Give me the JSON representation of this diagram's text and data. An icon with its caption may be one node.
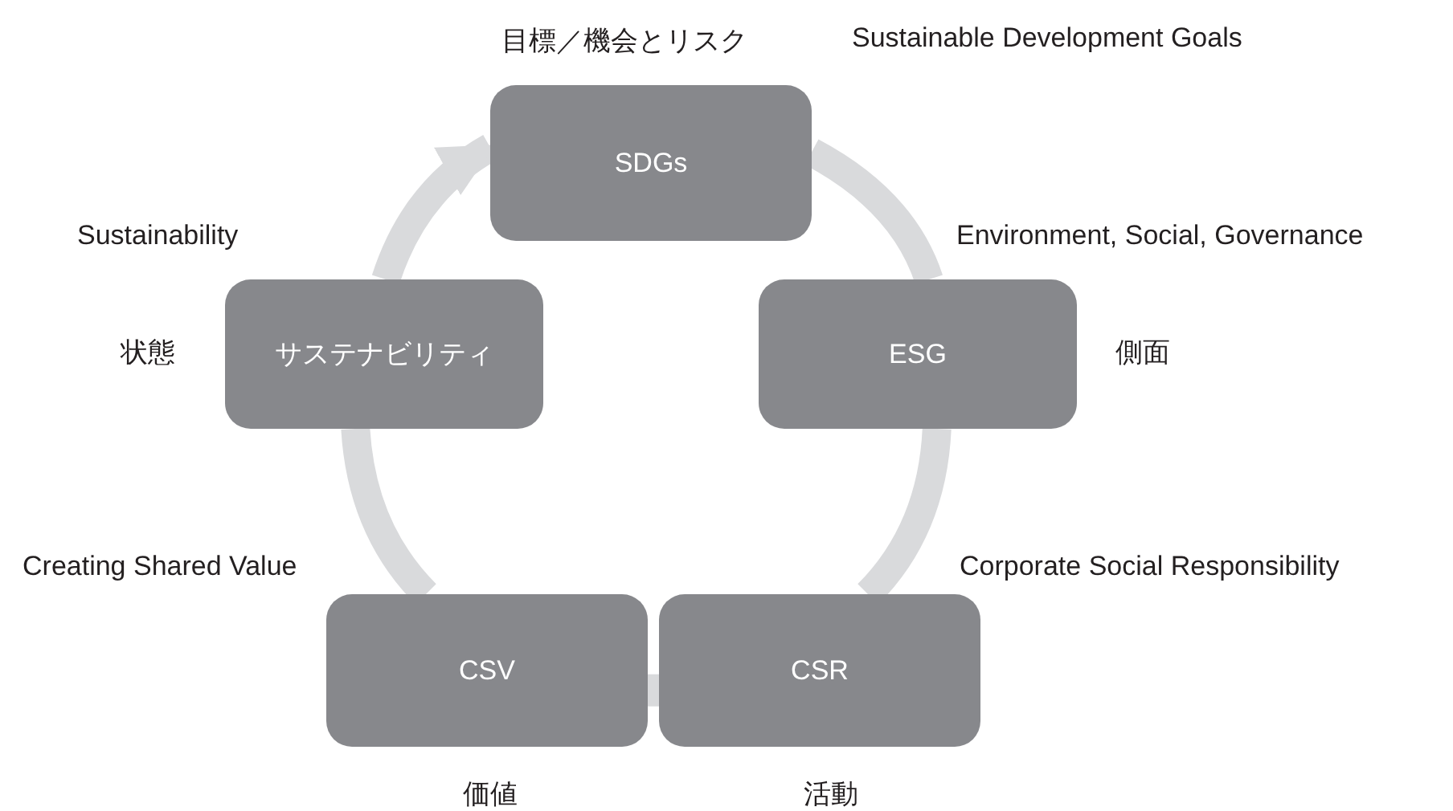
{
  "diagram": {
    "nodes": [
      {
        "text": [
          "SDGs"
        ],
        "beside": [
          "目標／機会とリスク",
          "Sustainable Development Goals"
        ]
      },
      {
        "text": [
          "ESG"
        ],
        "beside": [
          "Environment, Social, Governance",
          "側面"
        ]
      },
      {
        "text": [
          "CSR"
        ],
        "beside": [
          "Corporate Social Responsibility",
          "活動"
        ]
      },
      {
        "text": [
          "CSV"
        ],
        "beside": [
          "Creating Shared Value",
          "価値"
        ]
      },
      {
        "text": [
          "サステナビリティ"
        ],
        "beside": [
          "Sustainability",
          "状態"
        ]
      }
    ],
    "edges": [
      {
        "from": 0,
        "to": 1,
        "arrow": "none"
      },
      {
        "from": 1,
        "to": 2,
        "arrow": "none"
      },
      {
        "from": 2,
        "to": 3,
        "arrow": "none"
      },
      {
        "from": 3,
        "to": 4,
        "arrow": "none"
      },
      {
        "from": 4,
        "to": 0,
        "arrow": "to"
      }
    ]
  }
}
